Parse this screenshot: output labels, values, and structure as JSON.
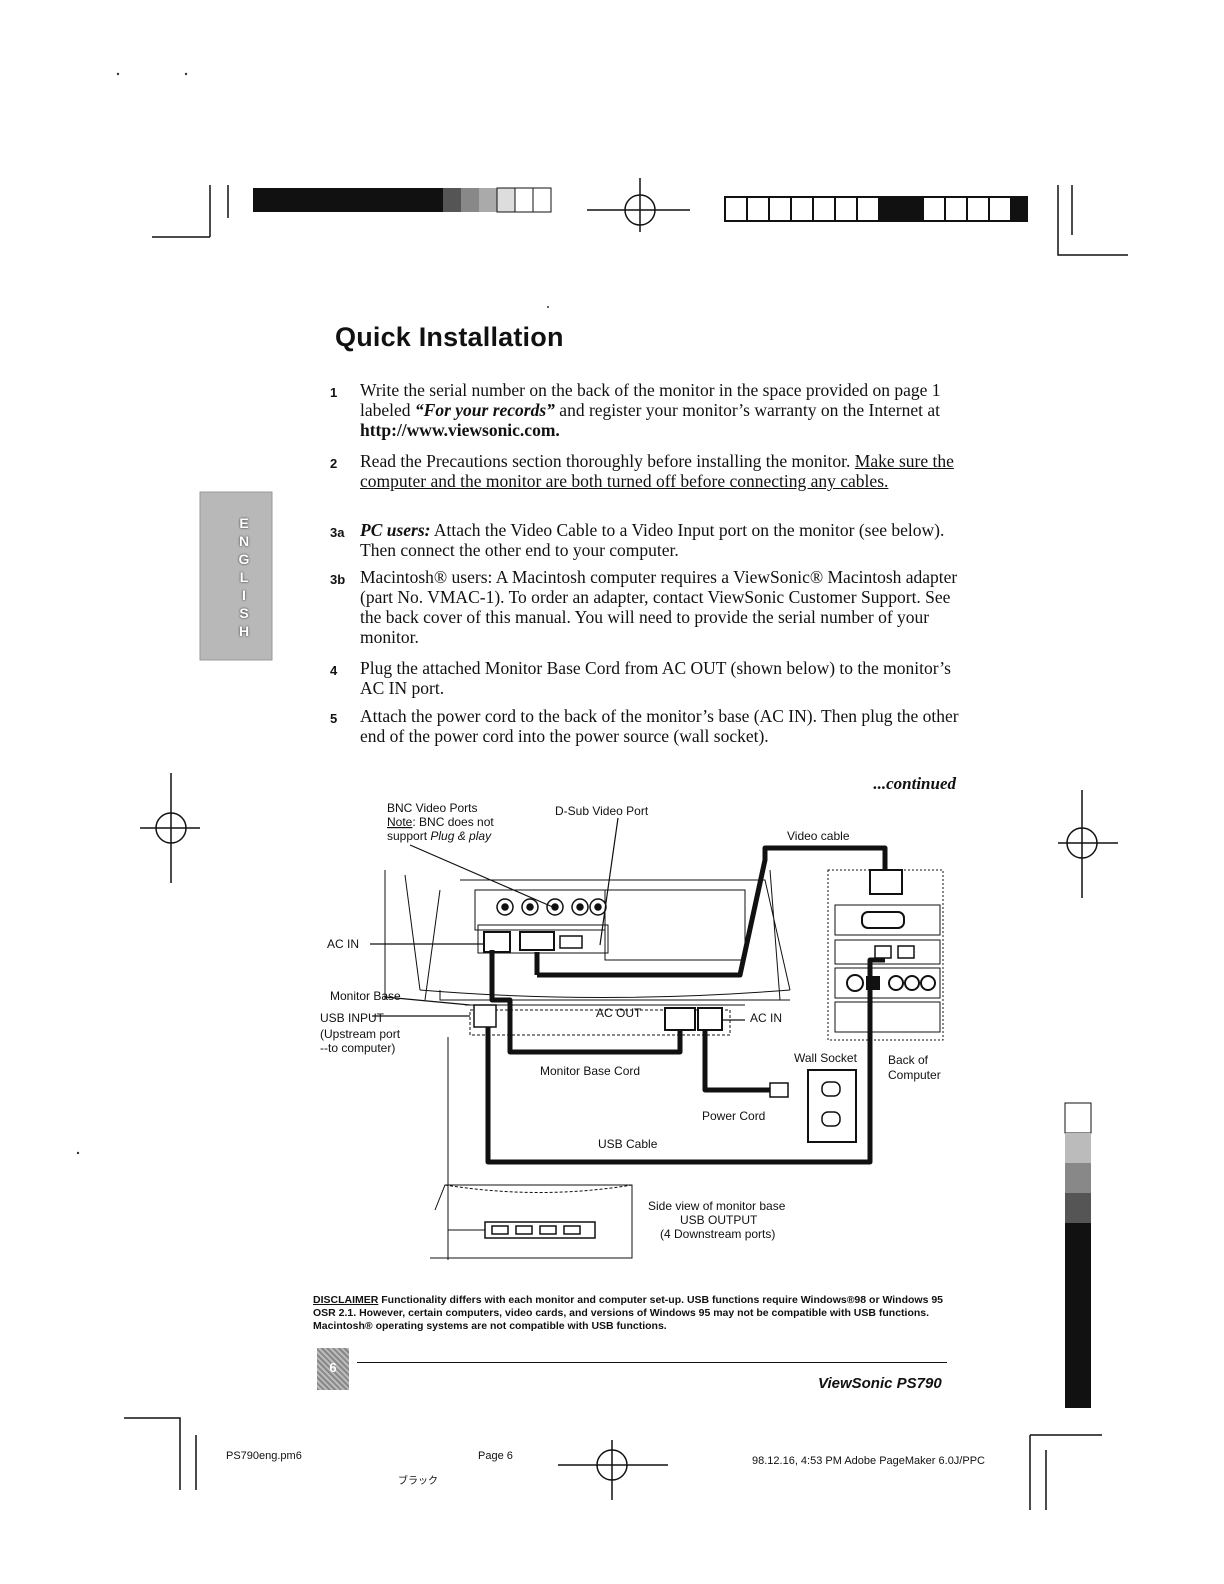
{
  "page_title": "Quick Installation",
  "side_tab_letters": [
    "E",
    "N",
    "G",
    "L",
    "I",
    "S",
    "H"
  ],
  "steps": [
    {
      "num": "1",
      "segments": [
        {
          "t": "Write the serial number on the back of the monitor in the space provided on page 1 labeled "
        },
        {
          "t": "“For your records”",
          "s": "bi"
        },
        {
          "t": " and register your monitor’s warranty on the Internet at "
        },
        {
          "t": "http://www.viewsonic.com.",
          "s": "b"
        }
      ]
    },
    {
      "num": "2",
      "segments": [
        {
          "t": "Read the Precautions section thoroughly before installing the monitor. "
        },
        {
          "t": "Make sure the computer and the monitor are both turned off before connecting any cables.",
          "s": "u"
        }
      ]
    },
    {
      "num": "3a",
      "segments": [
        {
          "t": "PC users:",
          "s": "bi"
        },
        {
          "t": "  Attach the Video Cable to a Video Input port on the monitor (see below). Then connect the other end to your computer."
        }
      ]
    },
    {
      "num": "3b",
      "segments": [
        {
          "t": "Macintosh® users: A Macintosh computer requires a ViewSonic® Macintosh adapter (part No. VMAC-1). To order an adapter, contact ViewSonic Customer Support. See the back cover of this manual.  You will need to provide the serial number of your monitor."
        }
      ]
    },
    {
      "num": "4",
      "segments": [
        {
          "t": "Plug the attached Monitor Base Cord from AC OUT (shown below) to the monitor’s AC IN port."
        }
      ]
    },
    {
      "num": "5",
      "segments": [
        {
          "t": "Attach the power cord to the back of the monitor’s base (AC IN). Then plug the other end of the power cord into the power source (wall socket)."
        }
      ]
    }
  ],
  "continued": "...continued",
  "diagram": {
    "bnc_ports": "BNC Video Ports",
    "bnc_note_label": "Note",
    "bnc_note_text": ": BNC does not",
    "bnc_support": "support ",
    "bnc_plugplay": "Plug & play",
    "dsub": "D-Sub Video Port",
    "video_cable": "Video  cable",
    "ac_in_left": "AC IN",
    "monitor_base": "Monitor Base",
    "usb_input": "USB INPUT",
    "upstream_1": "(Upstream port",
    "upstream_2": "--to computer)",
    "ac_out": "AC OUT",
    "ac_in_right": "AC IN",
    "wall_socket": "Wall Socket",
    "back_of": "Back of",
    "computer": "Computer",
    "monitor_base_cord": "Monitor Base Cord",
    "power_cord": "Power Cord",
    "usb_cable": "USB Cable",
    "side_view": "Side view of monitor base",
    "usb_output": "USB OUTPUT",
    "downstream": "(4 Downstream ports)"
  },
  "disclaimer": {
    "label": "DISCLAIMER",
    "text": " Functionality differs with each monitor and computer set-up. USB functions require Windows®98 or Windows 95 OSR 2.1. However, certain computers, video cards, and versions of Windows 95 may not be compatible with USB functions. Macintosh® operating systems are not compatible with USB functions."
  },
  "page_badge": "6",
  "brand": "ViewSonic PS790",
  "footer": {
    "file": "PS790eng.pm6",
    "page": "Page 6",
    "katakana": "ブラック",
    "timestamp": "98.12.16, 4:53 PM   Adobe PageMaker 6.0J/PPC"
  }
}
